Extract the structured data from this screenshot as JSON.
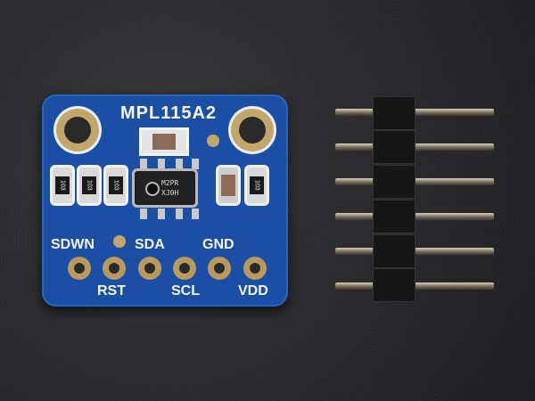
{
  "scene": {
    "description": "Product photo of an MPL115A2 barometric pressure sensor breakout board next to a 6-pin male header strip on a dark textured surface",
    "background_color": "#2a2a2b"
  },
  "board": {
    "title": "MPL115A2",
    "color": "#1b4fa6",
    "chip_marking": [
      "M2PR",
      "XJ0H"
    ],
    "resistor_marking": "103",
    "resistor_count": 4,
    "pin_labels_top": [
      "SDWN",
      "SDA",
      "GND"
    ],
    "pin_labels_bottom": [
      "RST",
      "SCL",
      "VDD"
    ],
    "pin_count": 6
  },
  "header": {
    "pin_count": 6,
    "color": "#161617"
  }
}
